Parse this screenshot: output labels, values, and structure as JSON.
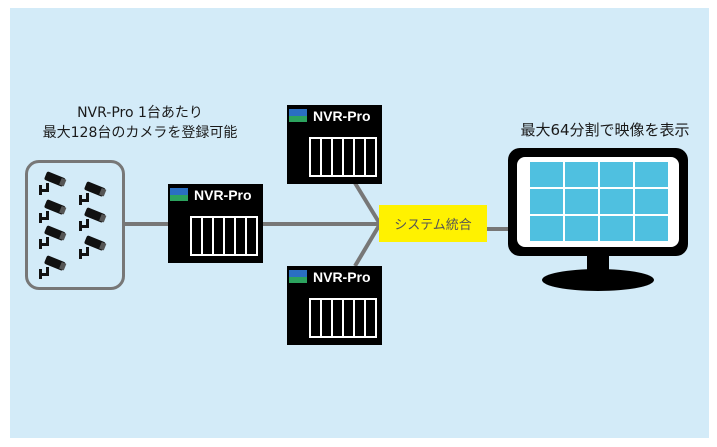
{
  "camera_group": {
    "caption_line1": "NVR-Pro 1台あたり",
    "caption_line2": "最大128台のカメラを登録可能",
    "camera_count": 7,
    "icon": "cctv-camera-icon"
  },
  "nvr_devices": [
    {
      "label": "NVR-Pro",
      "bays": 6
    },
    {
      "label": "NVR-Pro",
      "bays": 6
    },
    {
      "label": "NVR-Pro",
      "bays": 6
    }
  ],
  "integration": {
    "label": "システム統合"
  },
  "monitor": {
    "caption": "最大64分割で映像を表示",
    "grid_rows": 3,
    "grid_cols": 4
  },
  "colors": {
    "background": "#d3ebf8",
    "connector": "#777777",
    "integration_fill": "#fff200",
    "tile": "#4fc0e0",
    "flag_blue": "#2a6fc2",
    "flag_green": "#2ca35e"
  }
}
